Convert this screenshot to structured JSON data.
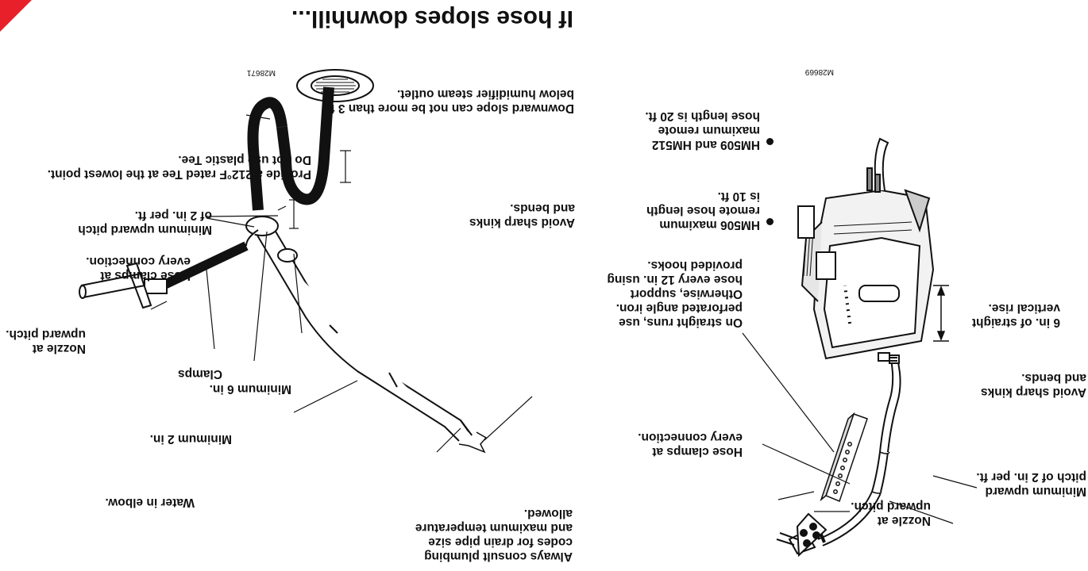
{
  "page": {
    "heading": "If hose slopes downhill...",
    "accent_color": "#e8202a"
  },
  "left_figure": {
    "figure_id": "M28669",
    "nozzle": "Nozzle at\nupward pitch.",
    "minimum_pitch": "Minimum upward\npitch of 2 in. per ft.",
    "hose_clamps": "Hose clamps at\nevery connection.",
    "avoid_kinks": "Avoid sharp kinks\nand bends.",
    "straight_runs": "On straight runs, use\nperforated angle iron.\nOtherwise, support\nhose every 12 in. using\nprovided hooks.",
    "vertical_rise": "6 in. of straight\nvertical rise.",
    "hm506": "HM506 maximum\nremote hose length\nis 10 ft.",
    "hm509": "HM509 and HM512\nmaximum remote\nhose length is 20 ft."
  },
  "right_figure": {
    "figure_id": "M28671",
    "drain_note": "Always consult plumbing\ncodes for drain pipe size\nand maximum temperature\nallowed.",
    "water_elbow": "Water in elbow.",
    "min_2in": "Minimum 2 in.",
    "min_6in": "Minimum 6 in.",
    "clamps": "Clamps",
    "nozzle": "Nozzle at\nupward pitch.",
    "hose_clamps": "Hose clamps at\nevery connection.",
    "minimum_pitch": "Minimum upward pitch\nof 2 in. per ft.",
    "tee_note": "Provide a 212°F rated Tee at the lowest point.\nDo not use plastic Tee.",
    "avoid_kinks": "Avoid sharp kinks\nand bends.",
    "downward_slope": "Downward slope can not be more than 3 ft\nbelow humidifier steam outlet."
  }
}
